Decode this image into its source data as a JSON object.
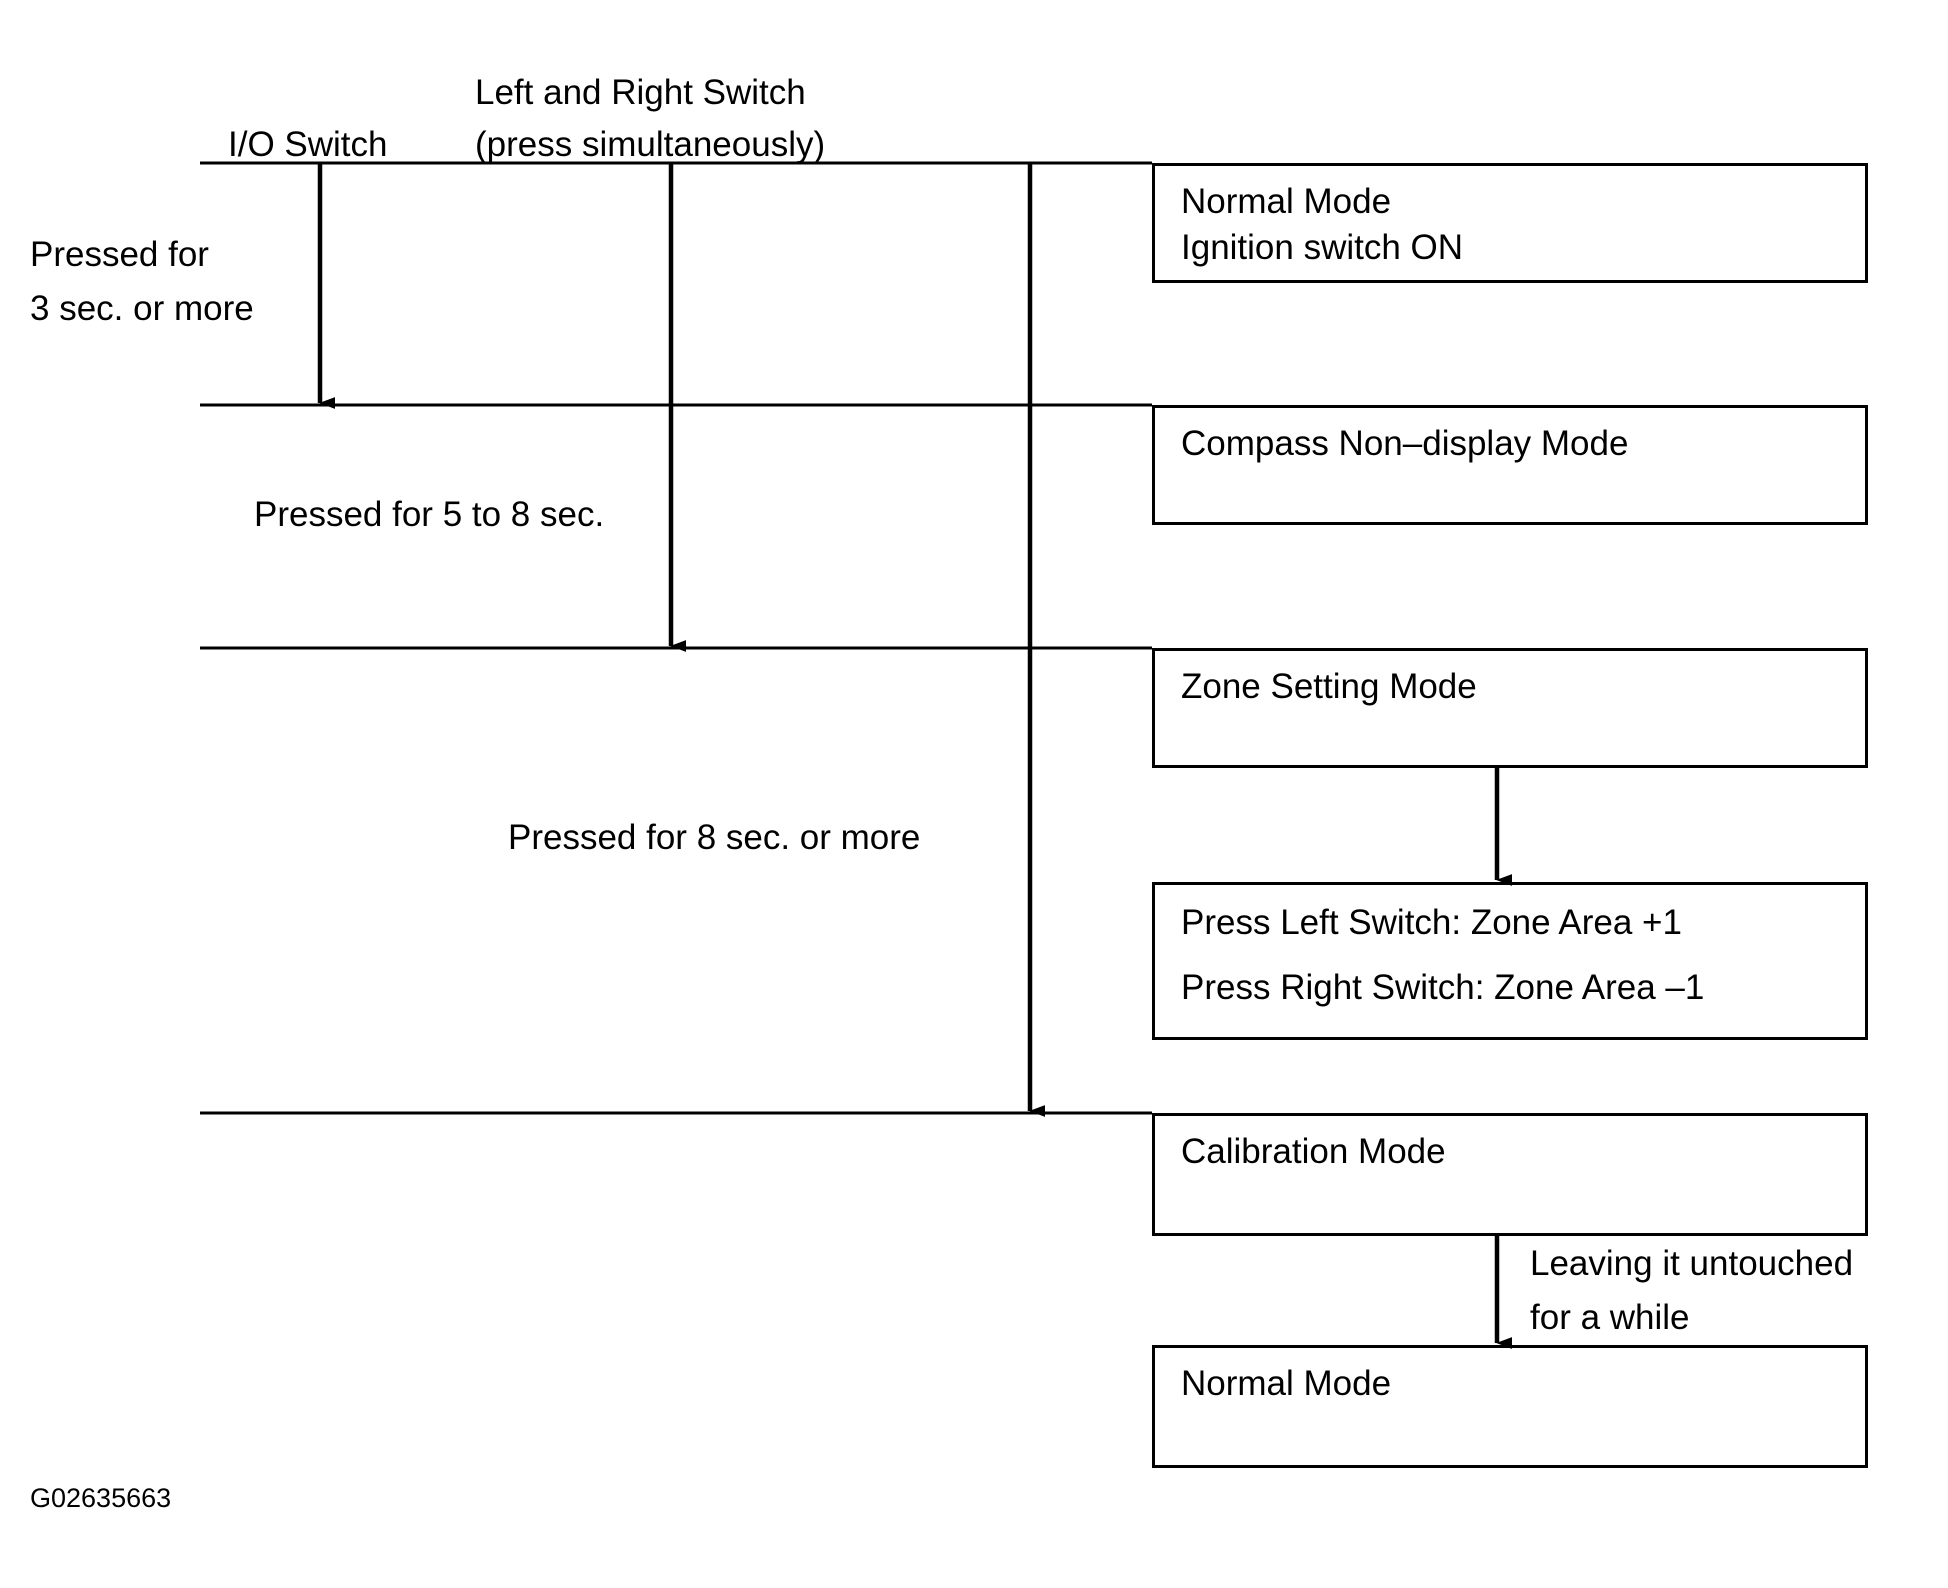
{
  "figure": {
    "id": "G02635663",
    "type": "state-transition-diagram",
    "title_present": false
  },
  "columns": [
    {
      "name": "io-switch",
      "label": "I/O Switch"
    },
    {
      "name": "left-right-switch",
      "label_line1": "Left and Right Switch",
      "label_line2": "(press simultaneously)"
    }
  ],
  "transitions": [
    {
      "name": "press-3sec",
      "line1": "Pressed for",
      "line2": "3 sec. or more",
      "column": "io-switch"
    },
    {
      "name": "press-5to8sec",
      "line1": "Pressed for 5 to 8 sec.",
      "line2": "",
      "column": "left-right-switch"
    },
    {
      "name": "press-8sec",
      "line1": "Pressed for 8 sec. or more",
      "line2": "",
      "column": "left-right-switch"
    },
    {
      "name": "leave-untouched",
      "line1": "Leaving it untouched",
      "line2": "for a while",
      "column": "calibration"
    }
  ],
  "modes": [
    {
      "name": "normal-mode-top",
      "lines": [
        "Normal Mode",
        "Ignition switch ON"
      ]
    },
    {
      "name": "compass-non-display-mode",
      "lines": [
        "Compass Non–display Mode"
      ]
    },
    {
      "name": "zone-setting-mode",
      "lines": [
        "Zone Setting Mode"
      ]
    },
    {
      "name": "zone-area-actions",
      "lines": [
        "Press Left Switch: Zone Area +1",
        "Press Right Switch: Zone Area –1"
      ]
    },
    {
      "name": "calibration-mode",
      "lines": [
        "Calibration Mode"
      ]
    },
    {
      "name": "normal-mode-bottom",
      "lines": [
        "Normal Mode"
      ]
    }
  ],
  "colors": {
    "ink": "#000000",
    "paper": "#ffffff"
  }
}
